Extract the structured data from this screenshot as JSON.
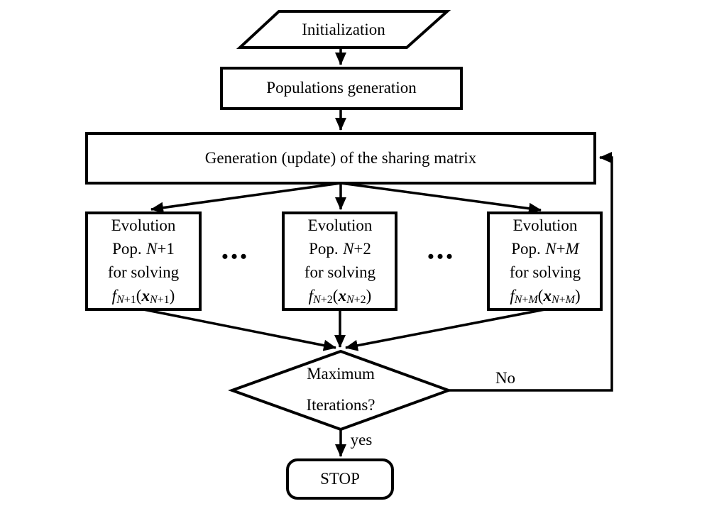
{
  "page": {
    "colors": {
      "ink": "#000000",
      "background": "#ffffff"
    }
  },
  "nodes": {
    "initialization": {
      "label": "Initialization"
    },
    "populations": {
      "label": "Populations generation"
    },
    "sharing_matrix": {
      "label": "Generation (update) of the sharing matrix"
    },
    "evolution_boxes": [
      {
        "line1": "Evolution",
        "pop_pre": "Pop.",
        "pop_var": "N",
        "pop_op": "+",
        "pop_idx": "1",
        "line3": "for solving",
        "f_var": "f",
        "f_sub_var": "N",
        "f_sub_op": "+",
        "f_sub_idx": "1",
        "paren_open": "(",
        "x_var": "x",
        "x_sub_var": "N",
        "x_sub_op": "+",
        "x_sub_idx": "1",
        "paren_close": ")"
      },
      {
        "line1": "Evolution",
        "pop_pre": "Pop.",
        "pop_var": "N",
        "pop_op": "+",
        "pop_idx": "2",
        "line3": "for solving",
        "f_var": "f",
        "f_sub_var": "N",
        "f_sub_op": "+",
        "f_sub_idx": "2",
        "paren_open": "(",
        "x_var": "x",
        "x_sub_var": "N",
        "x_sub_op": "+",
        "x_sub_idx": "2",
        "paren_close": ")"
      },
      {
        "line1": "Evolution",
        "pop_pre": "Pop.",
        "pop_var": "N",
        "pop_op": "+",
        "pop_idx": "M",
        "line3": "for solving",
        "f_var": "f",
        "f_sub_var": "N",
        "f_sub_op": "+",
        "f_sub_idx": "M",
        "paren_open": "(",
        "x_var": "x",
        "x_sub_var": "N",
        "x_sub_op": "+",
        "x_sub_idx": "M",
        "paren_close": ")"
      }
    ],
    "decision": {
      "line1": "Maximum",
      "line2": "Iterations?"
    },
    "stop": {
      "label": "STOP"
    }
  },
  "edges": {
    "no_label": "No",
    "yes_label": "yes"
  },
  "ellipsis": {
    "left": "•••",
    "right": "•••"
  }
}
